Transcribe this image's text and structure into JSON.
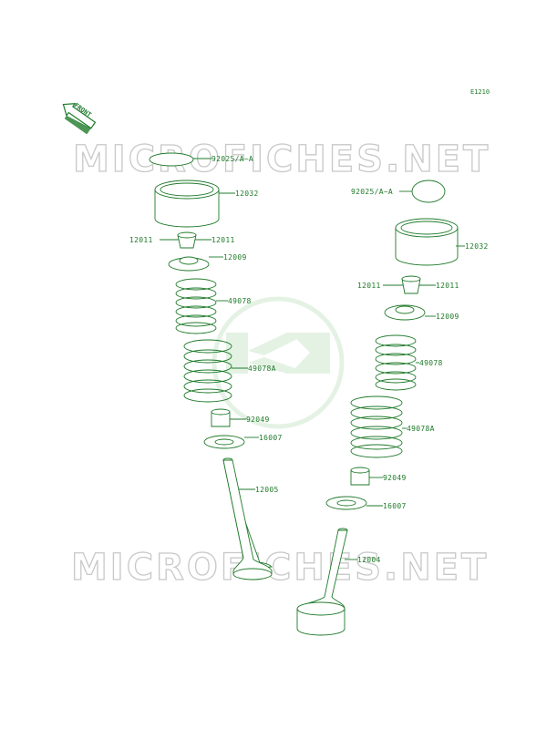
{
  "diagram": {
    "code": "E1210",
    "front_arrow_label": "FRONT",
    "watermark_text": "MICROFICHES.NET",
    "logo_text": "Kawasaki",
    "line_color": "#1f7a2a",
    "left_stack": {
      "shim": "92025/A~A",
      "tappet": "12032",
      "keeper_left": "12011",
      "keeper_right": "12011",
      "retainer": "12009",
      "inner_spring": "49078",
      "outer_spring": "49078A",
      "stem_seal": "92049",
      "spring_seat": "16007",
      "valve": "12005"
    },
    "right_stack": {
      "shim": "92025/A~A",
      "tappet": "12032",
      "keeper_left": "12011",
      "keeper_right": "12011",
      "retainer": "12009",
      "inner_spring": "49078",
      "outer_spring": "49078A",
      "stem_seal": "92049",
      "spring_seat": "16007",
      "valve": "12004"
    }
  }
}
